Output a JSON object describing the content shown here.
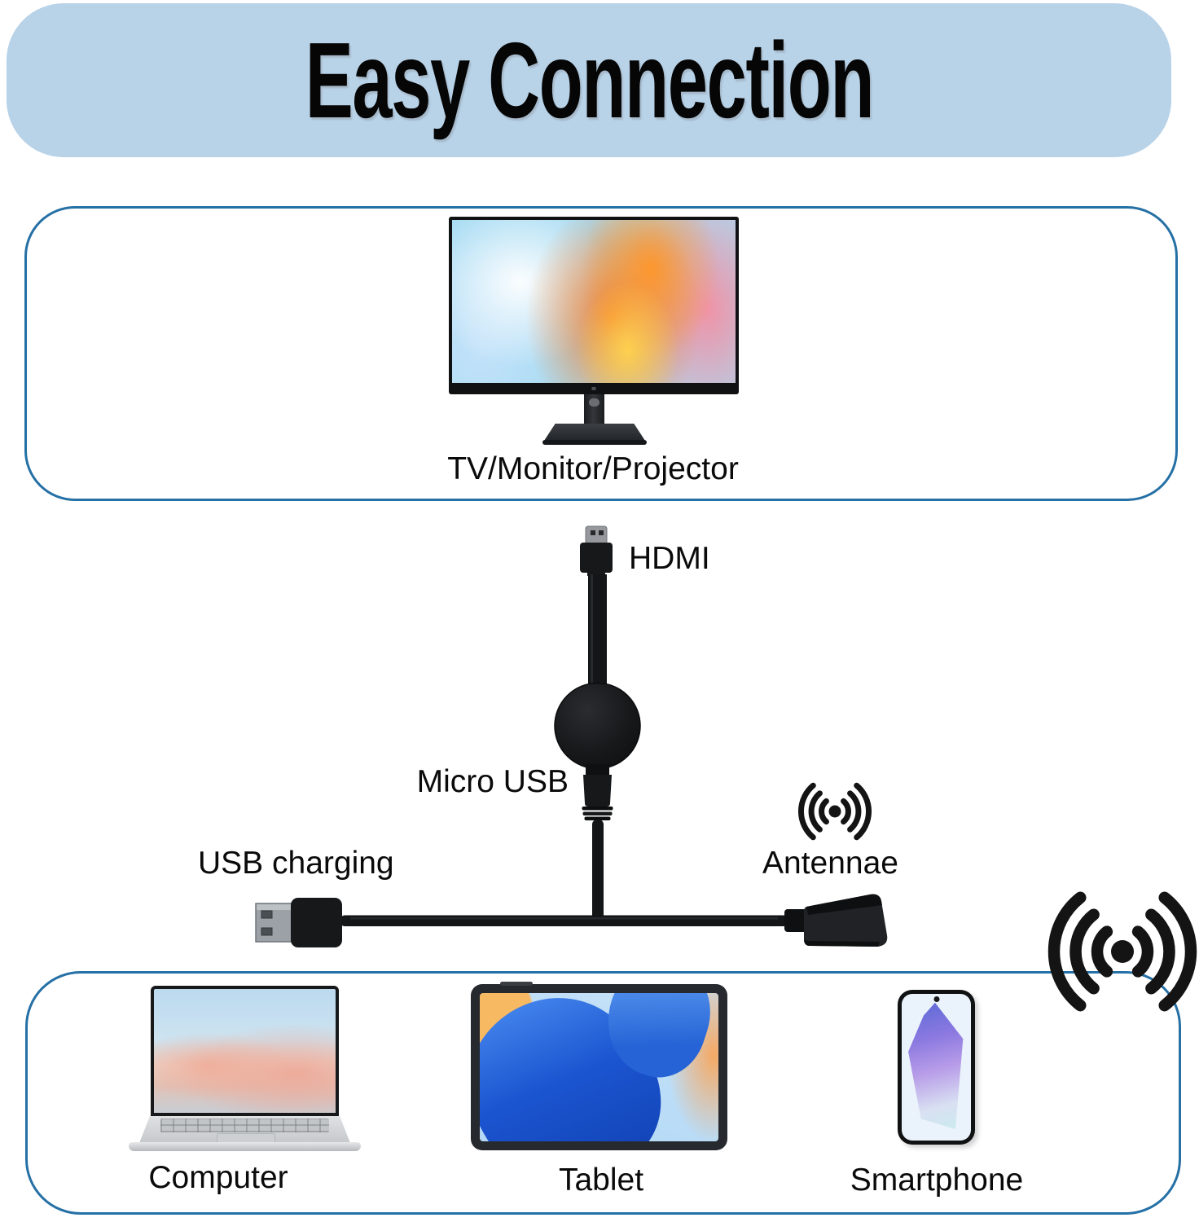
{
  "banner": {
    "title": "Easy Connection"
  },
  "display_section": {
    "label": "TV/Monitor/Projector"
  },
  "dongle": {
    "hdmi_label": "HDMI",
    "micro_usb_label": "Micro USB",
    "usb_charging_label": "USB charging",
    "antennae_label": "Antennae"
  },
  "devices_section": {
    "items": [
      {
        "label": "Computer"
      },
      {
        "label": "Tablet"
      },
      {
        "label": "Smartphone"
      }
    ]
  },
  "icons": {
    "antenna_small": "wifi-signal-icon",
    "antenna_large": "wifi-signal-icon"
  },
  "colors": {
    "banner-bg": "#b8d2e8",
    "box-border": "#2570a5",
    "ink": "#0a0a0a",
    "device-dark": "#17181a"
  }
}
